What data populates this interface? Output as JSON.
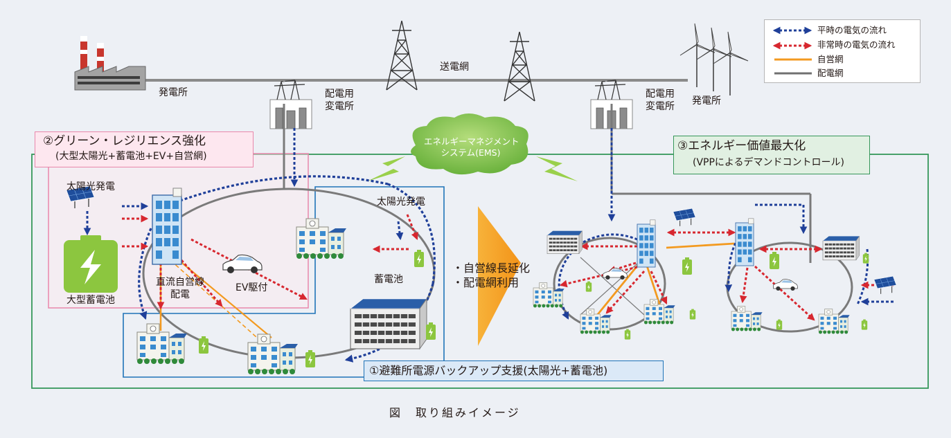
{
  "labels": {
    "transmission_grid": "送電網",
    "power_plant_left": "発電所",
    "power_plant_right": "発電所",
    "substation_left": "配電用\n変電所",
    "substation_right": "配電用\n変電所",
    "ems": "エネルギーマネジメント\nシステム(EMS)",
    "solar_left": "太陽光発電",
    "solar_center": "太陽光発電",
    "large_battery": "大型蓄電池",
    "dc_line": "直流自営線\n配電",
    "ev_charging": "EV駆付",
    "battery": "蓄電池",
    "extension": "・自営線長延化\n・配電網利用"
  },
  "callouts": {
    "green_resilience_title": "②グリーン・レジリエンス強化",
    "green_resilience_sub": "(大型太陽光+蓄電池+EV+自営網)",
    "energy_value_title": "③エネルギー価値最大化",
    "energy_value_sub": "(VPPによるデマンドコントロール)",
    "shelter_backup": "①避難所電源バックアップ支援(太陽光+蓄電池)"
  },
  "legend": {
    "items": [
      {
        "label": "平時の電気の流れ",
        "color": "#1f3f99",
        "style": "dotted-arrow"
      },
      {
        "label": "非常時の電気の流れ",
        "color": "#d7272f",
        "style": "dotted-arrow"
      },
      {
        "label": "自営網",
        "color": "#f39a20",
        "style": "line"
      },
      {
        "label": "配電網",
        "color": "#707070",
        "style": "line"
      }
    ]
  },
  "caption": "図　取り組みイメージ",
  "colors": {
    "background": "#edf0f5",
    "normal_flow": "#1f3f99",
    "emergency_flow": "#d7272f",
    "private_grid": "#f39a20",
    "distribution_grid": "#707070",
    "battery_green": "#8cc63f",
    "ems_green": "#7cc242",
    "frame_green": "#36975a",
    "frame_blue": "#1e73b8",
    "frame_pink": "#e987ab"
  }
}
